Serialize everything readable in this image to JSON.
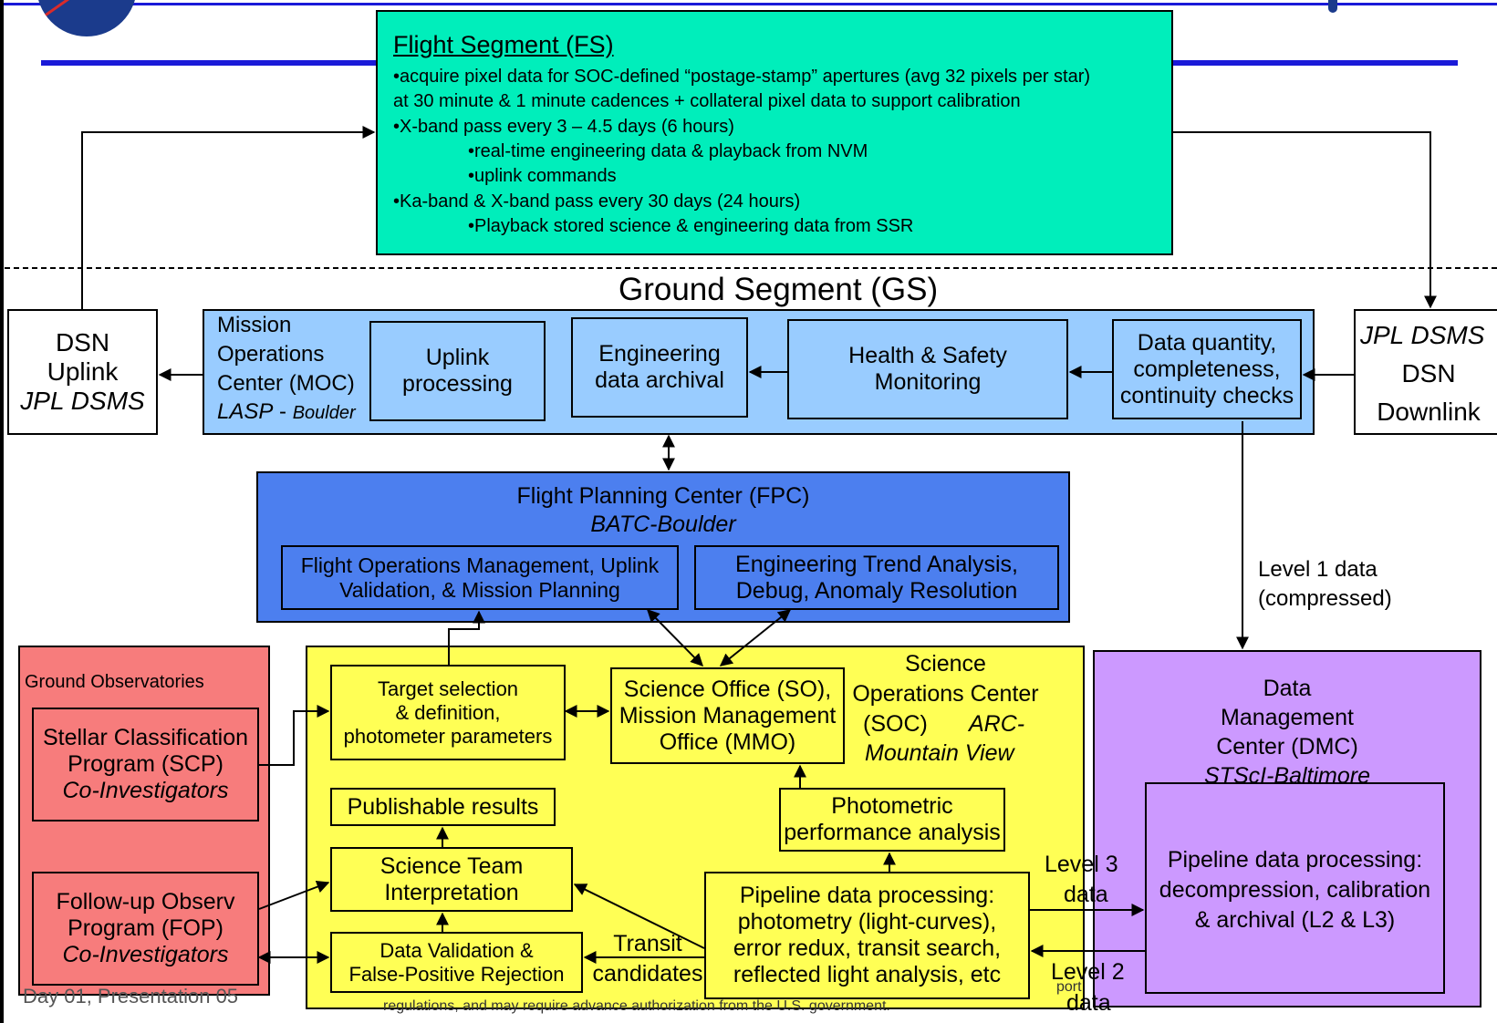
{
  "colors": {
    "fs_fill": "#00eebb",
    "moc_fill": "#99ccff",
    "fpc_fill": "#4c7fef",
    "soc_fill": "#ffff55",
    "ground_obs_fill": "#f77c7c",
    "dmc_fill": "#cc99ff",
    "header_rule": "#1a1ad8"
  },
  "icons": [
    "nasa-logo-icon",
    "kepler-logo-icon"
  ],
  "flight_segment": {
    "title": "Flight Segment (FS)",
    "bullets": [
      "•acquire pixel data for SOC-defined “postage-stamp”  apertures (avg 32 pixels  per  star)",
      "at 30 minute & 1 minute  cadences +  collateral pixel  data to support calibration",
      "•X-band pass every 3 – 4.5 days (6 hours)",
      "•real-time engineering data & playback from NVM",
      "•uplink commands",
      "•Ka-band & X-band pass every 30 days (24 hours)",
      "•Playback stored science & engineering data from SSR"
    ]
  },
  "ground_segment": {
    "title": "Ground Segment (GS)"
  },
  "dsn_uplink": {
    "line1": "DSN",
    "line2": "Uplink",
    "line3": "JPL DSMS"
  },
  "dsn_downlink": {
    "line1": "JPL DSMS",
    "line2": "DSN",
    "line3": "Downlink"
  },
  "moc": {
    "line1": "Mission",
    "line2": "Operations",
    "line3": "Center (MOC)",
    "line4a": "LASP",
    "line4b": " - ",
    "line4c": "Boulder",
    "uplink": [
      "Uplink",
      "processing"
    ],
    "eng_archive": [
      "Engineering",
      "data archival"
    ],
    "health": [
      "Health & Safety",
      "Monitoring"
    ],
    "data_checks": [
      "Data quantity,",
      "completeness,",
      "continuity checks"
    ]
  },
  "fpc": {
    "title": "Flight Planning Center (FPC)",
    "subtitle": "BATC-Boulder",
    "ops": [
      "Flight Operations Management, Uplink",
      "Validation, & Mission Planning"
    ],
    "trend": [
      "Engineering Trend Analysis,",
      "Debug, Anomaly Resolution"
    ]
  },
  "level1": [
    "Level 1 data",
    "(compressed)"
  ],
  "ground_obs": {
    "title": "Ground Observatories",
    "scp": [
      "Stellar Classification",
      "Program (SCP)",
      "Co-Investigators"
    ],
    "fop": [
      "Follow-up Observ",
      "Program (FOP)",
      "Co-Investigators"
    ]
  },
  "soc": {
    "title": [
      "Science",
      "Operations Center",
      "(SOC)",
      "ARC-",
      "Mountain View"
    ],
    "target": [
      "Target selection",
      "& definition,",
      "photometer parameters"
    ],
    "science_office": [
      "Science Office (SO),",
      "Mission Management",
      "Office (MMO)"
    ],
    "publishable": "Publishable results",
    "photometric": [
      "Photometric",
      "performance analysis"
    ],
    "science_team": [
      "Science Team",
      "Interpretation"
    ],
    "pipeline": [
      "Pipeline data processing:",
      "photometry (light-curves),",
      "error redux, transit search,",
      "reflected light analysis, etc"
    ],
    "validation": [
      "Data Validation &",
      "False-Positive Rejection"
    ],
    "transit": [
      "Transit",
      "candidates"
    ]
  },
  "dmc": {
    "title": [
      "Data",
      "Management",
      "Center (DMC)"
    ],
    "location": "STScI-Baltimore",
    "pipeline": [
      "Pipeline data processing:",
      "decompression, calibration",
      "& archival (L2 & L3)"
    ]
  },
  "level3": [
    "Level  3",
    "data"
  ],
  "level2": [
    "Level 2",
    "data"
  ],
  "footer": {
    "left": "Day 01, Presentation 05",
    "center": "regulations, and may require advance authorization from the U.S. government.",
    "fragment": "port"
  }
}
